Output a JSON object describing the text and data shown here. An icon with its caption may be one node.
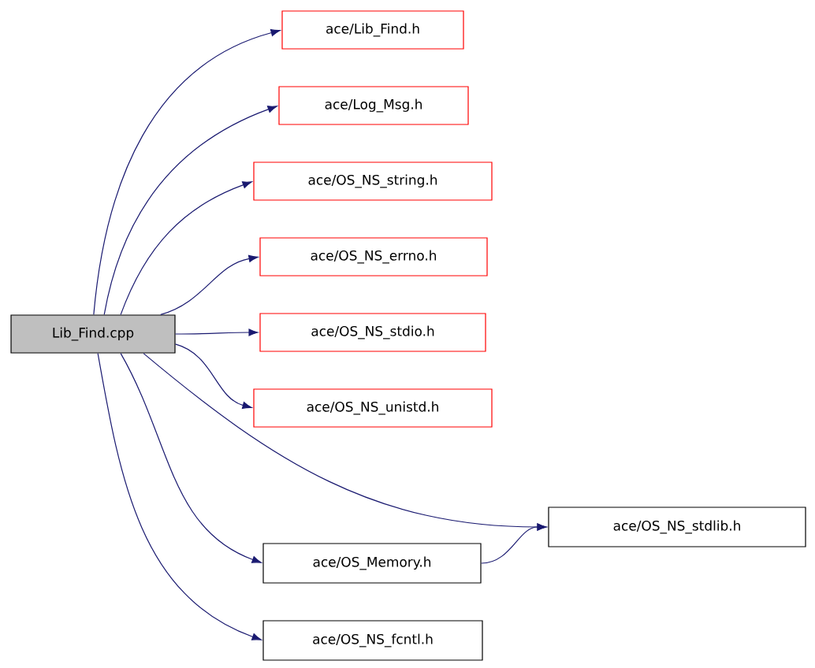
{
  "diagram": {
    "nodes": [
      {
        "text": [
          "Lib_Find.cpp"
        ]
      },
      {
        "text": [
          "ace/Lib_Find.h"
        ]
      },
      {
        "text": [
          "ace/Log_Msg.h"
        ]
      },
      {
        "text": [
          "ace/OS_NS_string.h"
        ]
      },
      {
        "text": [
          "ace/OS_NS_errno.h"
        ]
      },
      {
        "text": [
          "ace/OS_NS_stdio.h"
        ]
      },
      {
        "text": [
          "ace/OS_NS_unistd.h"
        ]
      },
      {
        "text": [
          "ace/OS_NS_stdlib.h"
        ]
      },
      {
        "text": [
          "ace/OS_Memory.h"
        ]
      },
      {
        "text": [
          "ace/OS_NS_fcntl.h"
        ]
      }
    ],
    "edges": [
      {
        "from": 0,
        "to": 1,
        "arrow": "to"
      },
      {
        "from": 0,
        "to": 2,
        "arrow": "to"
      },
      {
        "from": 0,
        "to": 3,
        "arrow": "to"
      },
      {
        "from": 0,
        "to": 4,
        "arrow": "to"
      },
      {
        "from": 0,
        "to": 5,
        "arrow": "to"
      },
      {
        "from": 0,
        "to": 6,
        "arrow": "to"
      },
      {
        "from": 0,
        "to": 7,
        "arrow": "to"
      },
      {
        "from": 0,
        "to": 8,
        "arrow": "to"
      },
      {
        "from": 0,
        "to": 9,
        "arrow": "to"
      },
      {
        "from": 8,
        "to": 7,
        "arrow": "to"
      }
    ]
  }
}
